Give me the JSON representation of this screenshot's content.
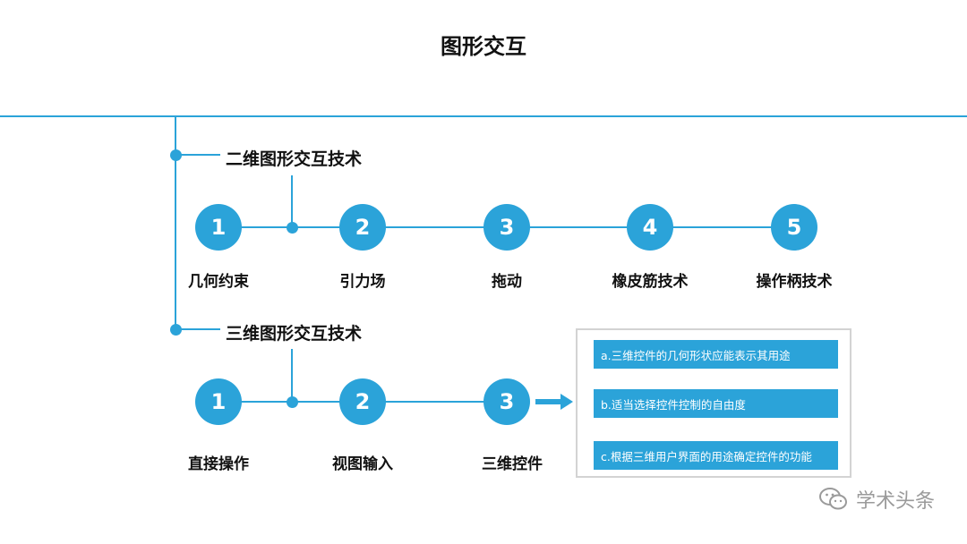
{
  "title": "图形交互",
  "accent_color": "#2ba3d9",
  "sections": [
    {
      "title": "二维图形交互技术",
      "steps": [
        {
          "num": "1",
          "label": "几何约束"
        },
        {
          "num": "2",
          "label": "引力场"
        },
        {
          "num": "3",
          "label": "拖动"
        },
        {
          "num": "4",
          "label": "橡皮筋技术"
        },
        {
          "num": "5",
          "label": "操作柄技术"
        }
      ]
    },
    {
      "title": "三维图形交互技术",
      "steps": [
        {
          "num": "1",
          "label": "直接操作"
        },
        {
          "num": "2",
          "label": "视图输入"
        },
        {
          "num": "3",
          "label": "三维控件"
        }
      ]
    }
  ],
  "tips": [
    "a.三维控件的几何形状应能表示其用途",
    "b.适当选择控件控制的自由度",
    "c.根据三维用户界面的用途确定控件的功能"
  ],
  "watermark": {
    "icon": "wechat-icon",
    "text": "学术头条"
  }
}
